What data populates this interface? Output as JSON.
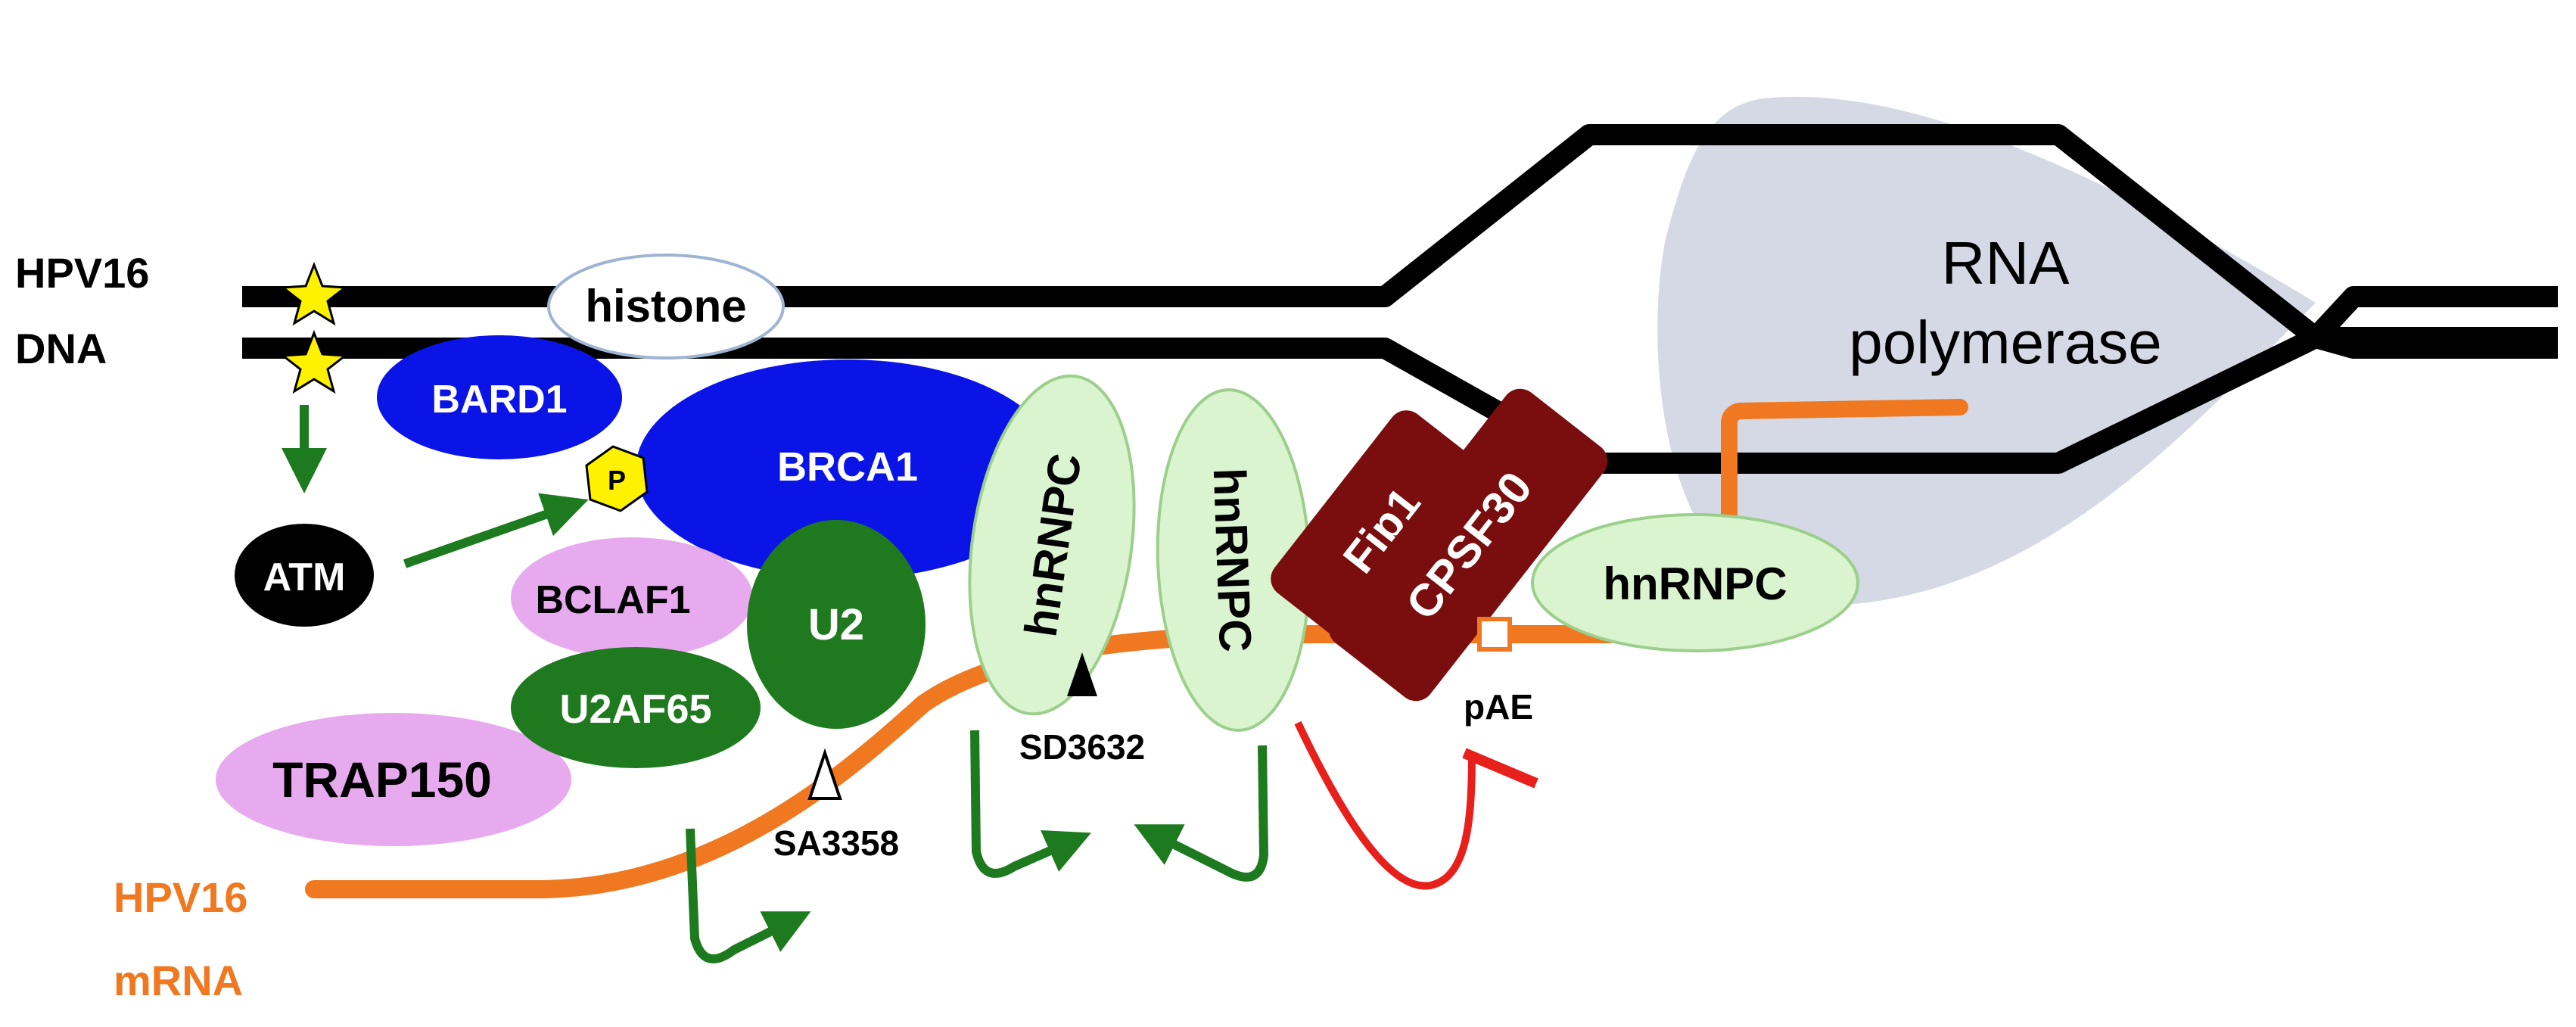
{
  "labels": {
    "hpv16_dna_line1": "HPV16",
    "hpv16_dna_line2": "DNA",
    "hpv16_mrna_line1": "HPV16",
    "hpv16_mrna_line2": "mRNA",
    "rna_polymerase_line1": "RNA",
    "rna_polymerase_line2": "polymerase",
    "sa3358": "SA3358",
    "sd3632": "SD3632",
    "pae": "pAE",
    "phospho": "P"
  },
  "proteins": {
    "histone": "histone",
    "bard1": "BARD1",
    "brca1": "BRCA1",
    "atm": "ATM",
    "bclaf1": "BCLAF1",
    "u2": "U2",
    "u2af65": "U2AF65",
    "trap150": "TRAP150",
    "hnrnpc_a": "hnRNPC",
    "hnrnpc_b": "hnRNPC",
    "hnrnpc_c": "hnRNPC",
    "fip1": "Fip1",
    "cpsf30": "CPSF30"
  },
  "colors": {
    "dna": "#000000",
    "mrna": "#f07820",
    "mrna_label": "#f07820",
    "activation_arrow": "#1e7a1e",
    "inhibition": "#e8201c",
    "polymerase_bubble": "#d5d9e6",
    "brca1_bard1": "#0a14e6",
    "histone_fill": "#ffffff",
    "histone_stroke": "#9fb3d3",
    "bclaf1_trap150": "#e7aaef",
    "u2_u2af65": "#1f7a1f",
    "hnrnpc_fill": "#d9f4cf",
    "hnrnpc_stroke": "#9ccf8c",
    "fip1_cpsf30": "#7a0d0d",
    "phospho_fill": "#fff200",
    "star_fill": "#fff200",
    "atm": "#000000"
  },
  "icons": {
    "dna_damage": "star-icon",
    "phosphorylation": "hexagon-icon",
    "splice_site_open": "open-triangle-icon",
    "splice_site_filled": "filled-triangle-icon",
    "polyA_site": "square-icon"
  }
}
